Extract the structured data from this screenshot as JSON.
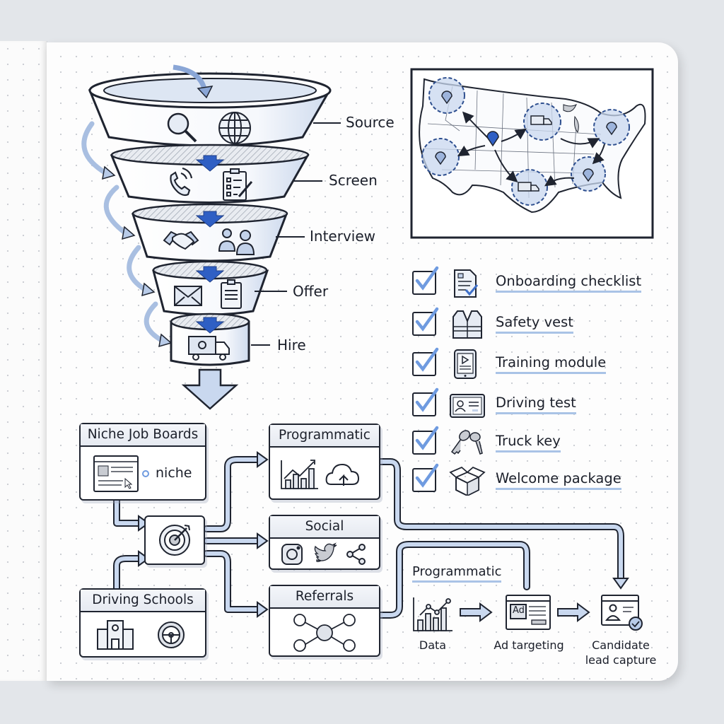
{
  "funnel": {
    "stages": [
      {
        "label": "Source",
        "icons": [
          "search-icon",
          "globe-icon"
        ]
      },
      {
        "label": "Screen",
        "icons": [
          "phone-icon",
          "clipboard-checklist-icon"
        ]
      },
      {
        "label": "Interview",
        "icons": [
          "handshake-icon",
          "people-icon"
        ]
      },
      {
        "label": "Offer",
        "icons": [
          "envelope-icon",
          "contract-icon"
        ]
      },
      {
        "label": "Hire",
        "icons": [
          "truck-icon"
        ]
      }
    ]
  },
  "map": {
    "title": "",
    "hubs": [
      "Pacific Northwest",
      "California",
      "Midwest (truck)",
      "Northeast",
      "Southeast",
      "Texas (truck)"
    ],
    "center": "Colorado"
  },
  "checklist": {
    "items": [
      {
        "label": "Onboarding checklist",
        "checked": true,
        "icon": "document-check-icon"
      },
      {
        "label": "Safety vest",
        "checked": true,
        "icon": "safety-vest-icon"
      },
      {
        "label": "Training module",
        "checked": true,
        "icon": "tablet-play-icon"
      },
      {
        "label": "Driving test",
        "checked": true,
        "icon": "license-card-icon"
      },
      {
        "label": "Truck key",
        "checked": true,
        "icon": "keys-icon"
      },
      {
        "label": "Welcome package",
        "checked": true,
        "icon": "open-box-icon"
      }
    ]
  },
  "channels": {
    "niche": {
      "title": "Niche Job Boards",
      "brand": "niche"
    },
    "driving_schools": {
      "title": "Driving Schools"
    },
    "programmatic": {
      "title": "Programmatic"
    },
    "social": {
      "title": "Social"
    },
    "referrals": {
      "title": "Referrals"
    }
  },
  "programmatic_flow": {
    "title": "Programmatic",
    "steps": [
      "Data",
      "Ad targeting",
      "Candidate\nlead capture"
    ],
    "ad_badge": "Ad"
  },
  "colors": {
    "accent": "#2f5fc4",
    "light_blue": "#c9d8ef",
    "ink": "#1f2430",
    "paper": "#fdfdfd",
    "background": "#e3e6ea"
  }
}
